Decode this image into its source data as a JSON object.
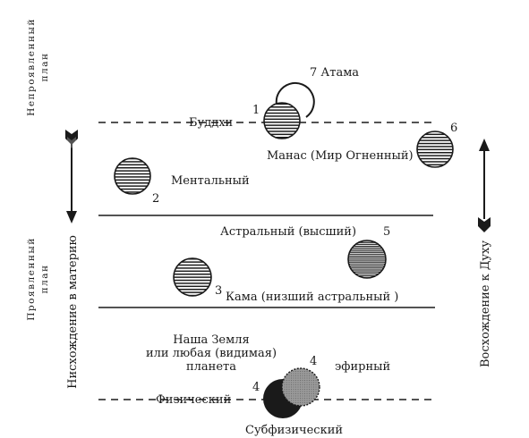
{
  "side_labels": {
    "unmanifested": [
      "Непроявленный",
      "план"
    ],
    "manifested": [
      "Проявленный",
      "план"
    ],
    "descent": "Нисхождение в материю",
    "ascent": "Восхождение к Духу"
  },
  "labels": {
    "atma": "7 Атама",
    "atma_num": "1",
    "buddhi": "Буддхи",
    "manas": "Манас (Мир Огненный)",
    "manas_num": "6",
    "mental": "Ментальный",
    "mental_num": "2",
    "astral_high": "Астральный (высший)",
    "astral_high_num": "5",
    "kama": "Кама (низший астральный )",
    "kama_num": "3",
    "earth": [
      "Наша Земля",
      "или любая (видимая)",
      "планета"
    ],
    "etheric": "эфирный",
    "etheric_num": "4",
    "physical": "Физический",
    "physical_num": "4",
    "subphysical": "Субфизический"
  }
}
